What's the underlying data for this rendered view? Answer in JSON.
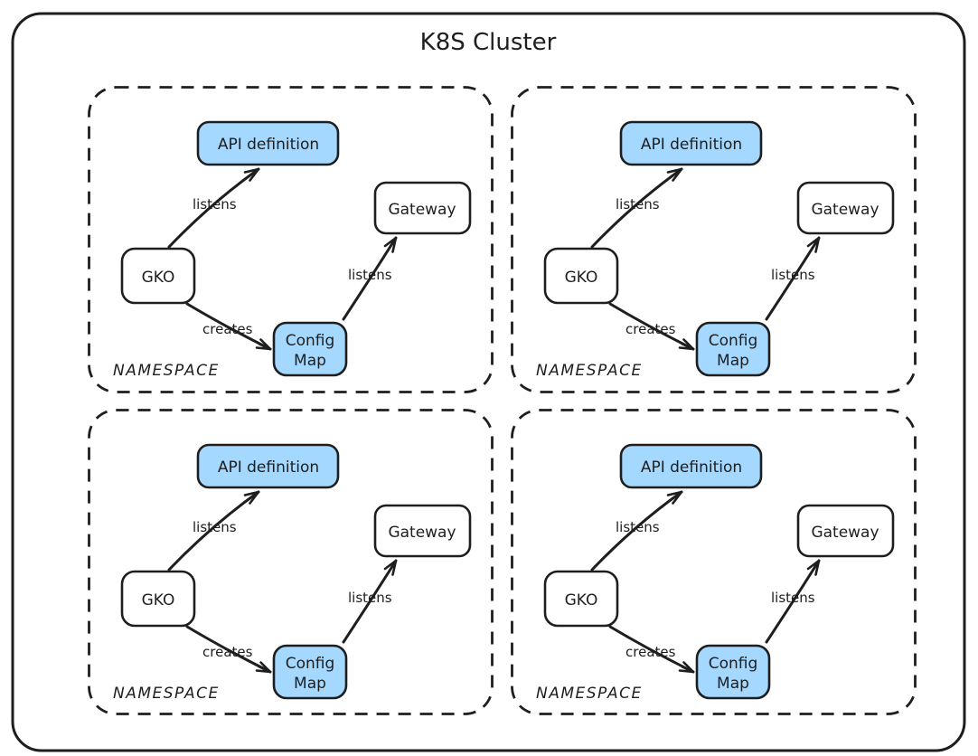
{
  "title": "K8S Cluster",
  "colors": {
    "ink": "#1e1e1e",
    "node_fill_blue": "#a5d8ff",
    "background": "#ffffff"
  },
  "namespaces": [
    {
      "label": "NAMESPACE",
      "nodes": {
        "api_definition": "API definition",
        "gateway": "Gateway",
        "gko": "GKO",
        "config_map_line1": "Config",
        "config_map_line2": "Map"
      },
      "edges": {
        "listens_api": "listens",
        "creates": "creates",
        "listens_gateway": "listens"
      }
    },
    {
      "label": "NAMESPACE",
      "nodes": {
        "api_definition": "API definition",
        "gateway": "Gateway",
        "gko": "GKO",
        "config_map_line1": "Config",
        "config_map_line2": "Map"
      },
      "edges": {
        "listens_api": "listens",
        "creates": "creates",
        "listens_gateway": "listens"
      }
    },
    {
      "label": "NAMESPACE",
      "nodes": {
        "api_definition": "API definition",
        "gateway": "Gateway",
        "gko": "GKO",
        "config_map_line1": "Config",
        "config_map_line2": "Map"
      },
      "edges": {
        "listens_api": "listens",
        "creates": "creates",
        "listens_gateway": "listens"
      }
    },
    {
      "label": "NAMESPACE",
      "nodes": {
        "api_definition": "API definition",
        "gateway": "Gateway",
        "gko": "GKO",
        "config_map_line1": "Config",
        "config_map_line2": "Map"
      },
      "edges": {
        "listens_api": "listens",
        "creates": "creates",
        "listens_gateway": "listens"
      }
    }
  ]
}
